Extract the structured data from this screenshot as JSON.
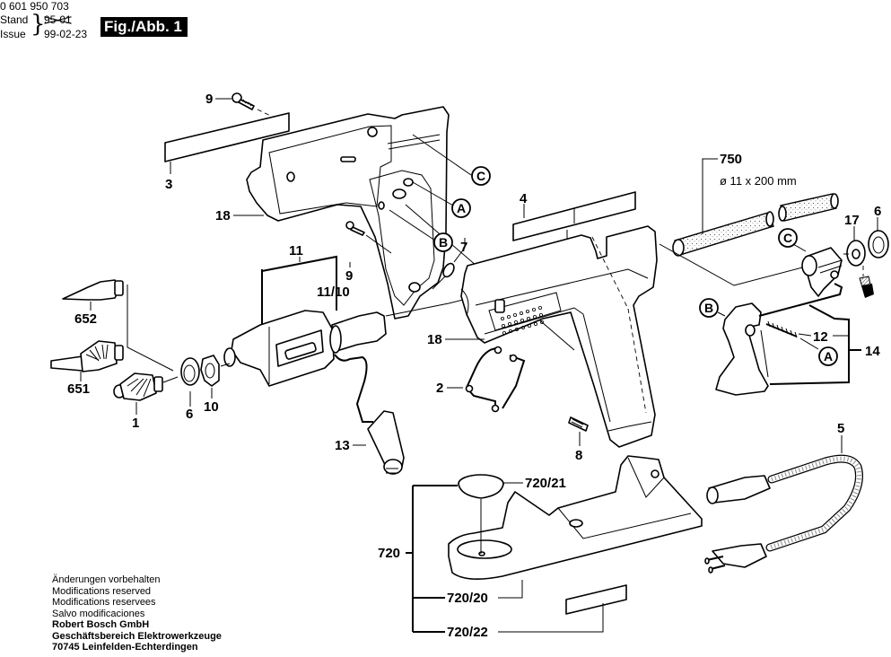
{
  "header": {
    "part_number": "0 601 950 703",
    "stand_label": "Stand",
    "issue_label": "Issue",
    "old_date_struck": "95-01",
    "issue_date": "99-02-23",
    "figure_label": "Fig./Abb. 1"
  },
  "callouts": {
    "p9_top": "9",
    "p3": "3",
    "p18_left": "18",
    "pC_top": "C",
    "pA_top": "A",
    "pB_top": "B",
    "p7": "7",
    "p4": "4",
    "p11": "11",
    "p9_mid": "9",
    "p11_10": "11/10",
    "p652": "652",
    "p651": "651",
    "p1": "1",
    "p6_left": "6",
    "p10": "10",
    "p18_right": "18",
    "p2": "2",
    "p13": "13",
    "p8": "8",
    "p750": "750",
    "glue_stick_spec": "ø 11 x 200 mm",
    "pC_right": "C",
    "p17": "17",
    "p6_right": "6",
    "pB_right": "B",
    "p12": "12",
    "pA_right": "A",
    "p14": "14",
    "p5": "5",
    "p720_21": "720/21",
    "p720": "720",
    "p720_20": "720/20",
    "p720_22": "720/22"
  },
  "footer": {
    "lines": [
      "Änderungen vorbehalten",
      "Modifications reserved",
      "Modifications reservees",
      "Salvo modificaciones"
    ],
    "company": "Robert Bosch GmbH",
    "division": "Geschäftsbereich Elektrowerkzeuge",
    "address": "70745 Leinfelden-Echterdingen"
  }
}
